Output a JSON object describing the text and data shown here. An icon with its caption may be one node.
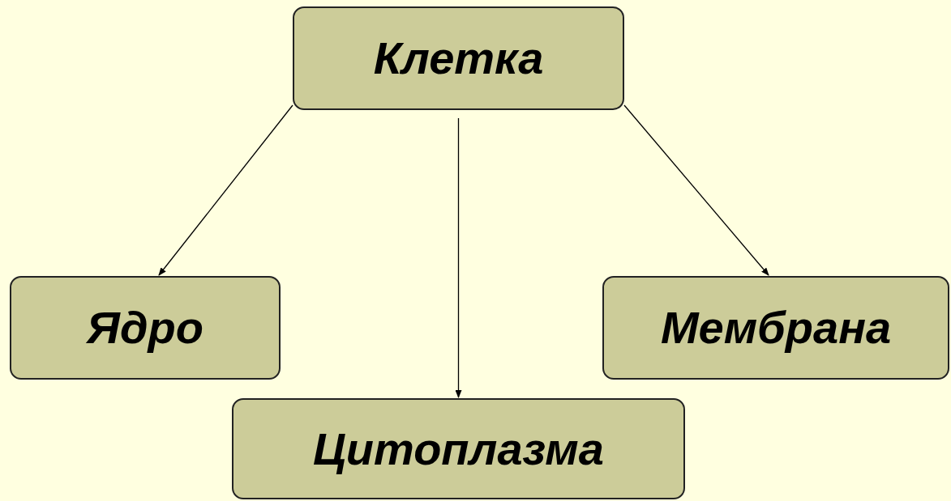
{
  "diagram": {
    "nodes": [
      {
        "text": [
          "Клетка"
        ]
      },
      {
        "text": [
          "Ядро"
        ]
      },
      {
        "text": [
          "Мембрана"
        ]
      },
      {
        "text": [
          "Цитоплазма"
        ]
      }
    ],
    "edges": [
      {
        "from": 0,
        "to": 1,
        "arrow": "to"
      },
      {
        "from": 0,
        "to": 3,
        "arrow": "to"
      },
      {
        "from": 0,
        "to": 2,
        "arrow": "to"
      }
    ]
  }
}
